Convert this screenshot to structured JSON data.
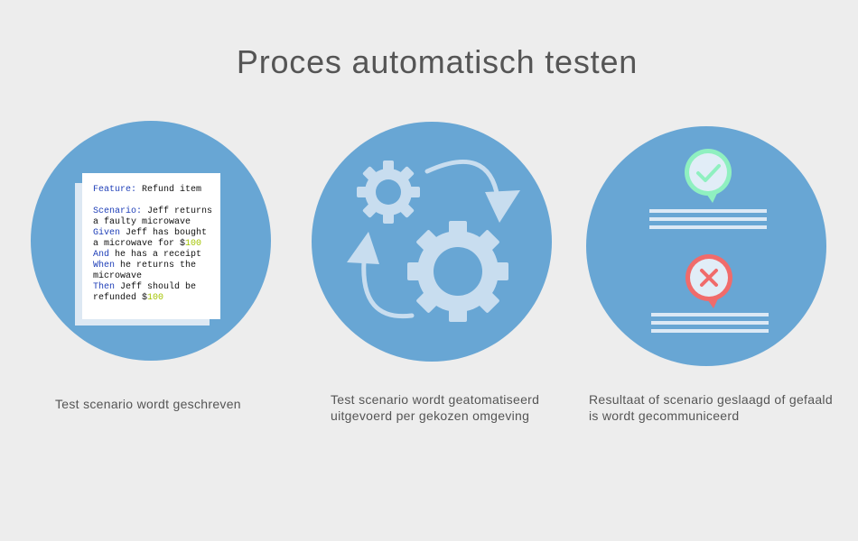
{
  "title": "Proces automatisch testen",
  "colors": {
    "background": "#ededed",
    "circle": "#68a6d4",
    "icon_light": "#c8ddef",
    "text": "#555555",
    "keyword": "#1f3fb8",
    "value": "#a3c400",
    "success": "#8ff0c0",
    "failure": "#f06b6b"
  },
  "steps": [
    {
      "icon": "document-icon",
      "caption": [
        "Test scenario wordt geschreven"
      ],
      "document": {
        "lines": [
          {
            "keyword": "Feature:",
            "text": "Refund item"
          },
          {
            "keyword": "Scenario:",
            "text": "Jeff returns"
          },
          {
            "text": "a faulty microwave"
          },
          {
            "keyword": "Given",
            "text": "Jeff has bought"
          },
          {
            "text": "a microwave for $",
            "value": "100"
          },
          {
            "keyword": "And",
            "text": "he has a receipt"
          },
          {
            "keyword": "When",
            "text": "he returns the"
          },
          {
            "text": "microwave"
          },
          {
            "keyword": "Then",
            "text": "Jeff should be"
          },
          {
            "text": "refunded $",
            "value": "100"
          }
        ]
      }
    },
    {
      "icon": "gears-icon",
      "caption": [
        "Test scenario wordt geatomatiseerd",
        "uitgevoerd per gekozen omgeving"
      ]
    },
    {
      "icon": "result-icon",
      "caption": [
        "Resultaat of scenario geslaagd of gefaald",
        "is wordt gecommuniceerd"
      ],
      "result_icons": [
        "check-icon",
        "cross-icon"
      ]
    }
  ]
}
